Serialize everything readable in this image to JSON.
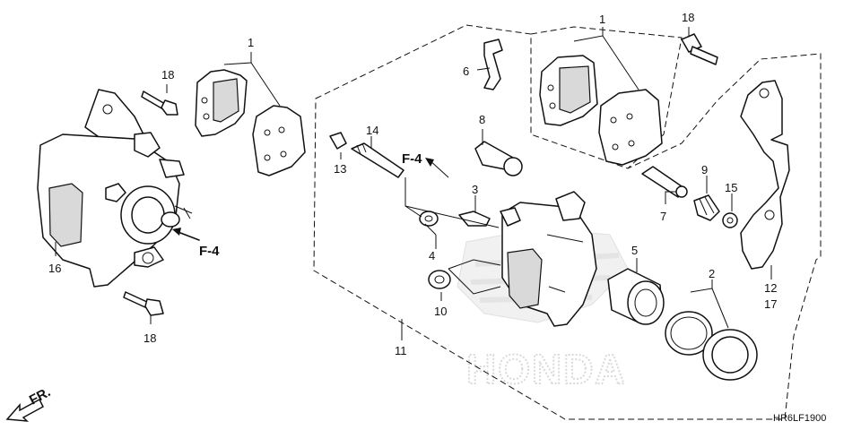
{
  "diagram": {
    "labels": {
      "p1a": "1",
      "p1b": "1",
      "p2": "2",
      "p3": "3",
      "p4": "4",
      "p5": "5",
      "p6": "6",
      "p7": "7",
      "p8": "8",
      "p9": "9",
      "p10": "10",
      "p11": "11",
      "p12": "12",
      "p13": "13",
      "p14": "14",
      "p15": "15",
      "p16": "16",
      "p17": "17",
      "p18a": "18",
      "p18b": "18",
      "p18c": "18"
    },
    "refs": {
      "f4_left": "F-4",
      "f4_mid": "F-4"
    },
    "front_marker": "FR.",
    "watermark": "HONDA",
    "diagram_code": "HR6LF1900"
  }
}
